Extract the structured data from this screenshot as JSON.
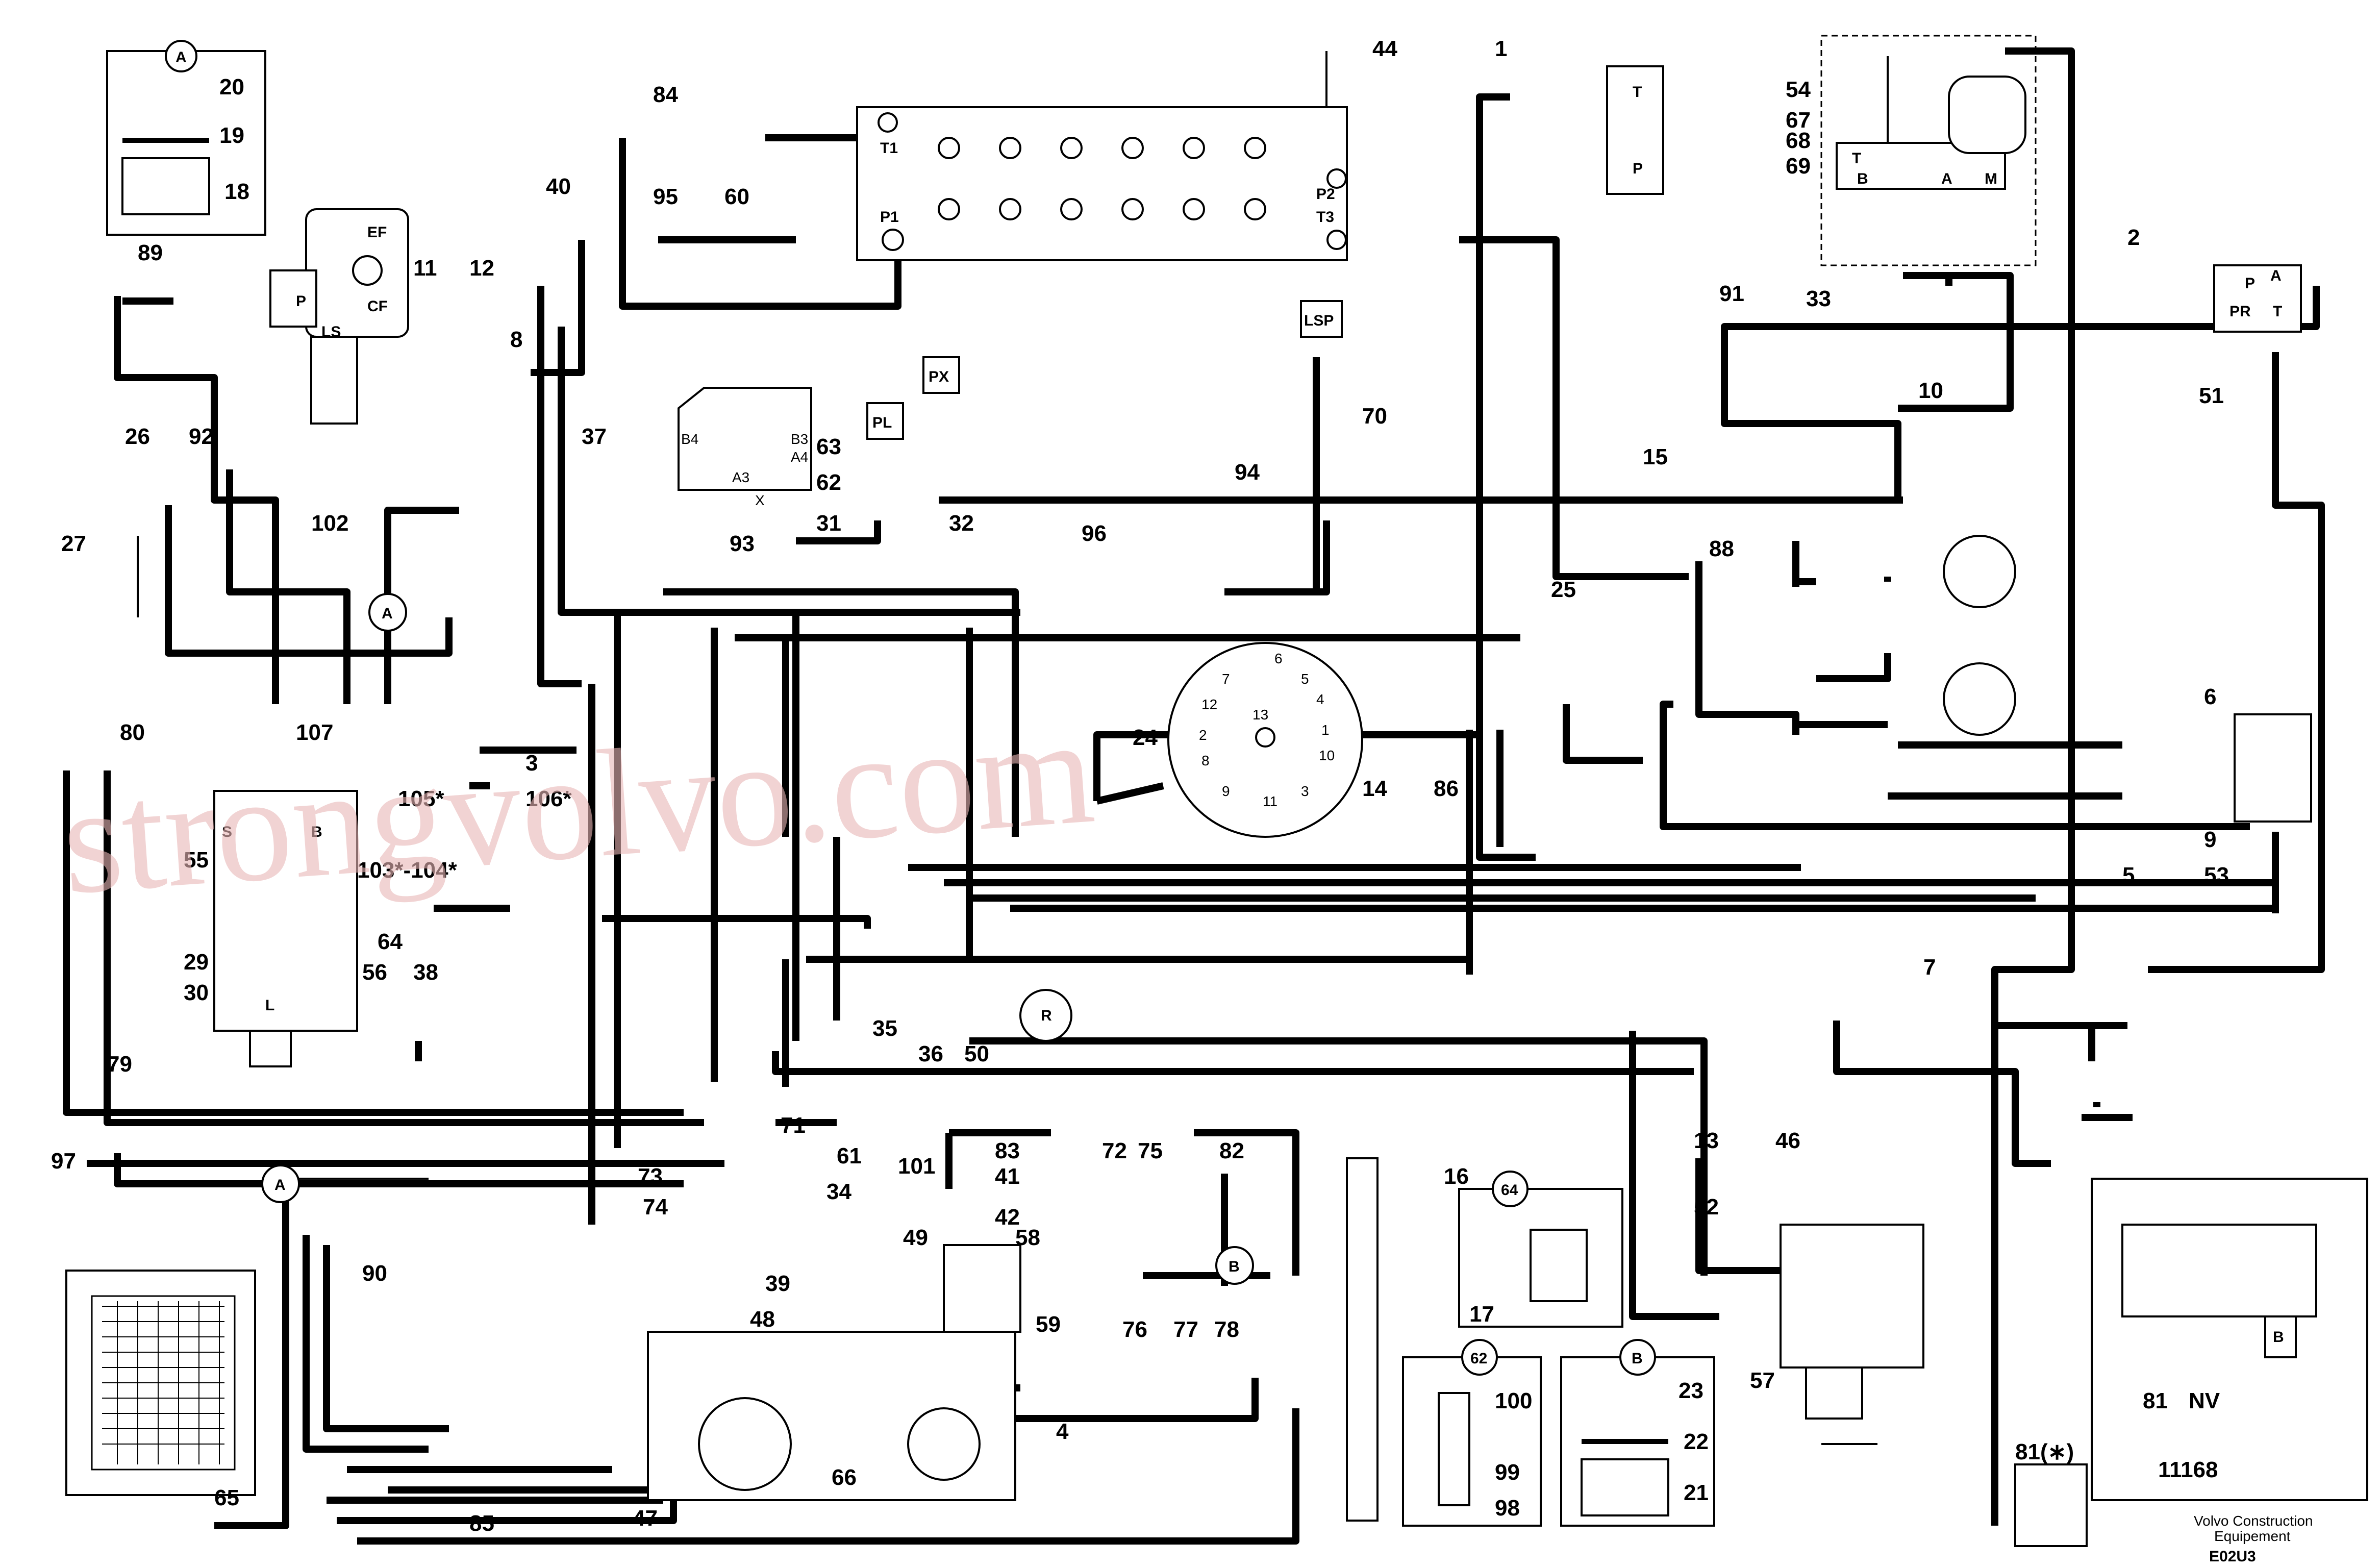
{
  "watermark": "strongvolvo.com",
  "title_block": {
    "brand_line1": "Volvo Construction",
    "brand_line2": "Equipement",
    "drawing_code": "E02U3"
  },
  "detail_labels": {
    "A": "A",
    "B": "B",
    "d62": "62",
    "d64": "64"
  },
  "port_labels": {
    "T1": "T1",
    "P1": "P1",
    "P2": "P2",
    "T3": "T3",
    "LSP": "LSP",
    "PX": "PX",
    "PL": "PL",
    "EF": "EF",
    "CF": "CF",
    "P": "P",
    "LS": "LS",
    "S": "S",
    "B": "B",
    "L": "L",
    "T": "T",
    "A": "A",
    "M": "M",
    "PR": "PR",
    "B4": "B4",
    "B3": "B3",
    "A4": "A4",
    "A3": "A3",
    "X": "X",
    "R": "R",
    "NV": "NV",
    "ref": "11168",
    "bag": "81(∗)"
  },
  "dial": [
    "1",
    "2",
    "3",
    "4",
    "5",
    "6",
    "7",
    "8",
    "9",
    "10",
    "11",
    "12",
    "13"
  ],
  "callouts": [
    "1",
    "2",
    "3",
    "4",
    "5",
    "6",
    "7",
    "8",
    "9",
    "10",
    "11",
    "12",
    "13",
    "14",
    "15",
    "16",
    "17",
    "18",
    "19",
    "20",
    "21",
    "22",
    "23",
    "24",
    "25",
    "26",
    "27",
    "29",
    "30",
    "31",
    "32",
    "33",
    "34",
    "35",
    "36",
    "37",
    "38",
    "39",
    "40",
    "41",
    "42",
    "44",
    "46",
    "47",
    "48",
    "49",
    "50",
    "51",
    "52",
    "53",
    "54",
    "55",
    "56",
    "57",
    "58",
    "59",
    "60",
    "61",
    "62",
    "63",
    "64",
    "65",
    "66",
    "67",
    "68",
    "69",
    "70",
    "71",
    "72",
    "73",
    "74",
    "75",
    "76",
    "77",
    "78",
    "79",
    "80",
    "81",
    "82",
    "83",
    "84",
    "85",
    "86",
    "88",
    "89",
    "90",
    "91",
    "92",
    "93",
    "94",
    "95",
    "96",
    "97",
    "98",
    "99",
    "100",
    "101",
    "102",
    "103*-104*",
    "105*",
    "106*",
    "107"
  ]
}
